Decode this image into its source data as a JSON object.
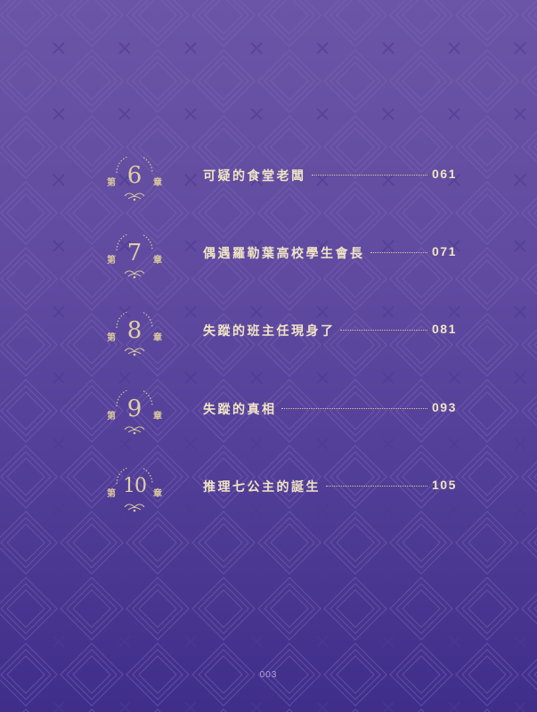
{
  "toc": {
    "chapter_prefix": "第",
    "chapter_suffix": "章",
    "entries": [
      {
        "number": "6",
        "title": "可疑的食堂老闆",
        "page": "061"
      },
      {
        "number": "7",
        "title": "偶遇羅勒葉高校學生會長",
        "page": "071"
      },
      {
        "number": "8",
        "title": "失蹤的班主任現身了",
        "page": "081"
      },
      {
        "number": "9",
        "title": "失蹤的真相",
        "page": "093"
      },
      {
        "number": "10",
        "title": "推理七公主的誕生",
        "page": "105"
      }
    ]
  },
  "footer": {
    "page_number": "003"
  },
  "colors": {
    "background": "#5f4aa0",
    "gold": "#e0cfa5"
  }
}
